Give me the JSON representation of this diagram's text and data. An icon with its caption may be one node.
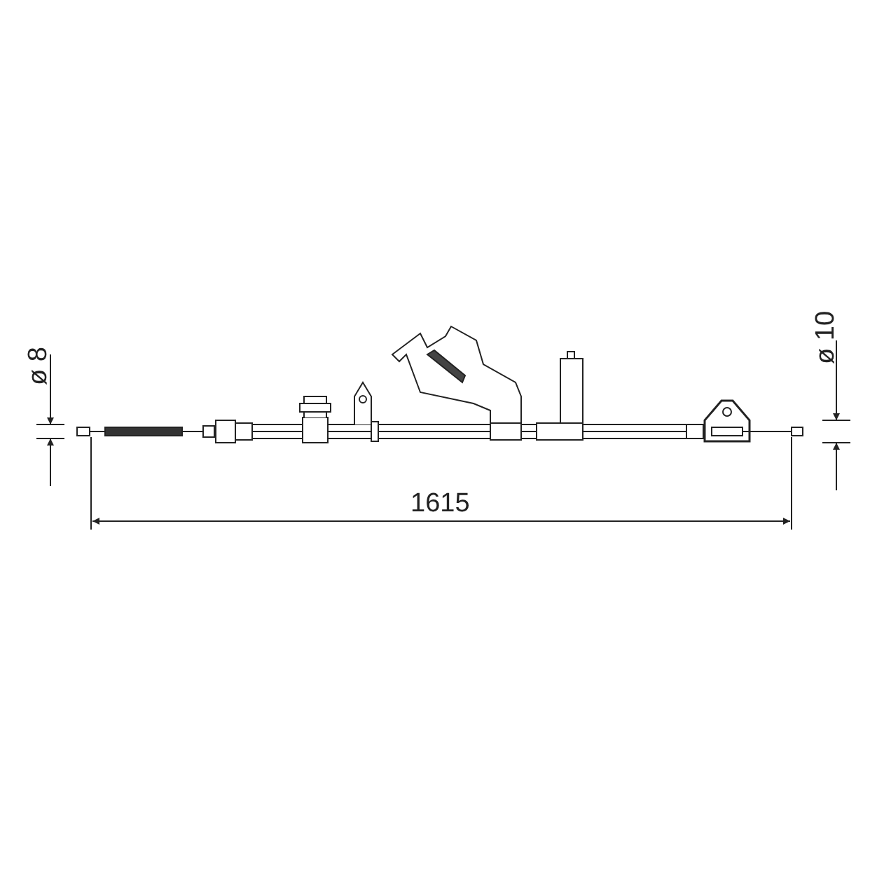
{
  "diagram": {
    "labels": [
      "ø 8",
      "ø 10",
      "1615"
    ]
  }
}
